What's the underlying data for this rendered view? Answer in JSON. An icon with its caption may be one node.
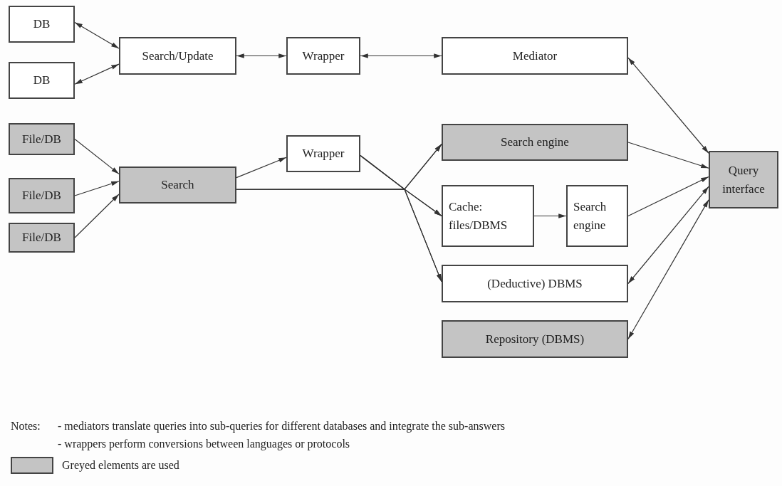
{
  "diagram": {
    "nodes": [
      {
        "text": [
          "DB"
        ]
      },
      {
        "text": [
          "DB"
        ]
      },
      {
        "text": [
          "Search/Update"
        ]
      },
      {
        "text": [
          "Wrapper"
        ]
      },
      {
        "text": [
          "Mediator"
        ]
      },
      {
        "text": [
          "File/DB"
        ]
      },
      {
        "text": [
          "File/DB"
        ]
      },
      {
        "text": [
          "File/DB"
        ]
      },
      {
        "text": [
          "Search"
        ]
      },
      {
        "text": [
          "Wrapper"
        ]
      },
      {
        "text": [
          "Search engine"
        ]
      },
      {
        "text": [
          "Cache: files/DBMS"
        ]
      },
      {
        "text": [
          "Search engine"
        ]
      },
      {
        "text": [
          "(Deductive) DBMS"
        ]
      },
      {
        "text": [
          "Repository (DBMS)"
        ]
      },
      {
        "text": [
          "Query interface"
        ]
      }
    ],
    "edges": [
      {
        "from": 0,
        "to": 2,
        "arrow": "both"
      },
      {
        "from": 1,
        "to": 2,
        "arrow": "both"
      },
      {
        "from": 2,
        "to": 3,
        "arrow": "both"
      },
      {
        "from": 3,
        "to": 4,
        "arrow": "both"
      },
      {
        "from": 4,
        "to": 15,
        "arrow": "both"
      },
      {
        "from": 5,
        "to": 8,
        "arrow": "to"
      },
      {
        "from": 6,
        "to": 8,
        "arrow": "to"
      },
      {
        "from": 7,
        "to": 8,
        "arrow": "to"
      },
      {
        "from": 8,
        "to": 9,
        "arrow": "to"
      },
      {
        "from": 8,
        "to": 10,
        "arrow": "to"
      },
      {
        "from": 8,
        "to": 11,
        "arrow": "to"
      },
      {
        "from": 8,
        "to": 13,
        "arrow": "to"
      },
      {
        "from": 9,
        "to": 10,
        "arrow": "to"
      },
      {
        "from": 9,
        "to": 11,
        "arrow": "to"
      },
      {
        "from": 9,
        "to": 13,
        "arrow": "to"
      },
      {
        "from": 10,
        "to": 15,
        "arrow": "to"
      },
      {
        "from": 11,
        "to": 12,
        "arrow": "to"
      },
      {
        "from": 12,
        "to": 15,
        "arrow": "to"
      },
      {
        "from": 13,
        "to": 15,
        "arrow": "both"
      },
      {
        "from": 14,
        "to": 15,
        "arrow": "both"
      }
    ],
    "labels": [
      "Notes:",
      "- mediators translate queries into sub-queries for different databases and integrate the sub-answers",
      "- wrappers perform conversions between languages or protocols"
    ],
    "legend": [
      {
        "text": "Greyed elements are used",
        "color": "#c4c4c4"
      }
    ]
  }
}
